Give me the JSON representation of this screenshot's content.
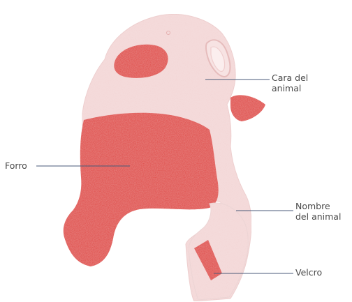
{
  "labels": {
    "face": "Cara del\nanimal",
    "lining": "Forro",
    "name": "Nombre\ndel animal",
    "velcro": "Velcro"
  },
  "colors": {
    "pink": "#f3d6d6",
    "pink_edge": "#e9c3c3",
    "red": "#e0443f",
    "line": "#4a5a78",
    "text": "#4a4a4a"
  }
}
